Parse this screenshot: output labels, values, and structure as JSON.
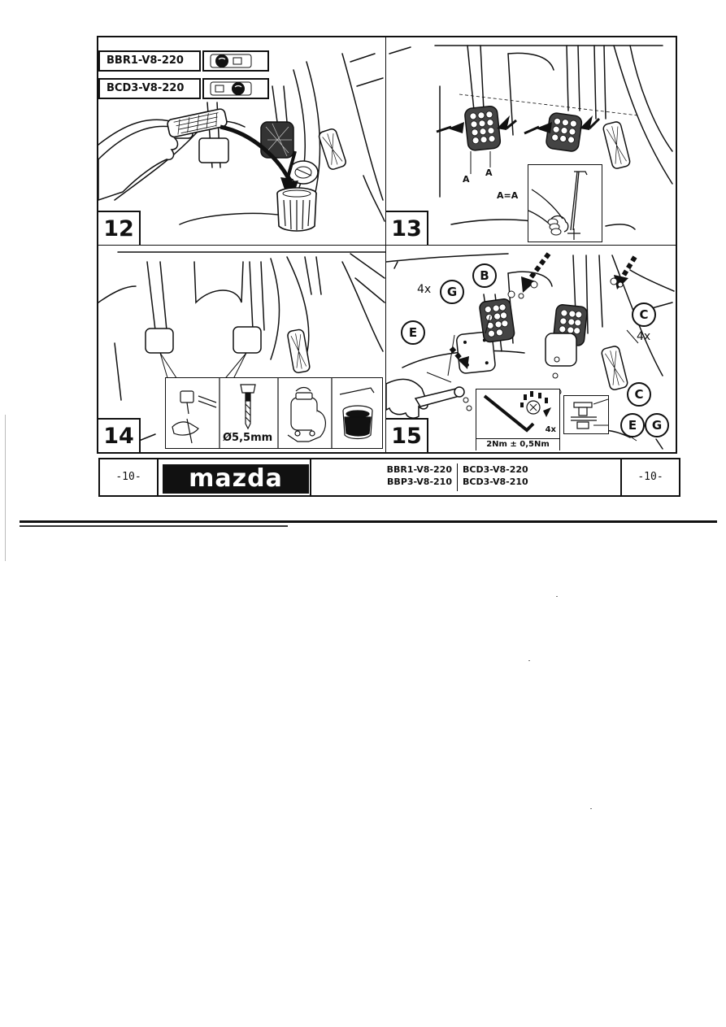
{
  "steps": {
    "s12": {
      "number": "12",
      "code_a": "BBR1-V8-220",
      "code_b": "BCD3-V8-220"
    },
    "s13": {
      "number": "13",
      "label_a1": "A",
      "label_a2": "A",
      "equation": "A=A"
    },
    "s14": {
      "number": "14",
      "drill_size": "Ø5,5mm"
    },
    "s15": {
      "number": "15",
      "callout_b": "B",
      "callout_g": "G",
      "callout_e": "E",
      "callout_c": "C",
      "qty_g": "4x",
      "qty_c": "4x",
      "inset_qty": "4x",
      "torque": "2Nm ± 0,5Nm",
      "detail_c": "C",
      "detail_e": "E",
      "detail_g": "G"
    }
  },
  "footer": {
    "page_left": "-10-",
    "page_right": "-10-",
    "brand": "mazda",
    "codes_left": [
      "BBR1-V8-220",
      "BBP3-V8-210"
    ],
    "codes_right": [
      "BCD3-V8-220",
      "BCD3-V8-210"
    ]
  }
}
